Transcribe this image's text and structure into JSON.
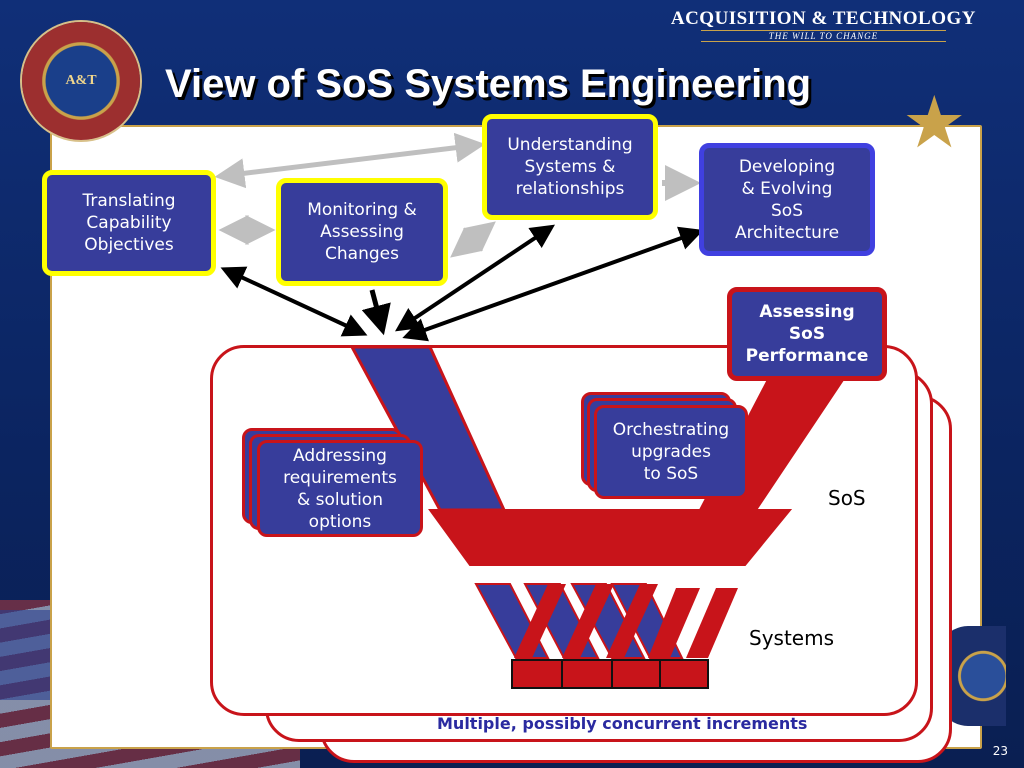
{
  "header": {
    "brand_title": "ACQUISITION & TECHNOLOGY",
    "brand_tagline": "THE WILL TO CHANGE",
    "seal_monogram": "A&T",
    "slide_title": "View of SoS Systems Engineering"
  },
  "diagram": {
    "nodes": {
      "translating": "Translating\nCapability\nObjectives",
      "monitoring": "Monitoring &\nAssessing\nChanges",
      "understanding": "Understanding\nSystems &\nrelationships",
      "developing": "Developing\n& Evolving\nSoS\nArchitecture",
      "assessing": "Assessing\nSoS\nPerformance",
      "orchestrating": "Orchestrating\nupgrades\nto SoS",
      "addressing": "Addressing\nrequirements\n& solution\noptions"
    },
    "labels": {
      "sos": "SoS",
      "systems": "Systems",
      "footer": "Multiple, possibly concurrent increments"
    }
  },
  "colors": {
    "slide_background": "#0d2a6b",
    "box_fill": "#373d9b",
    "highlight_border": "#ffff00",
    "accent_red": "#c8141a",
    "arrow_grey": "#bfbfbf",
    "gold": "#c9a24a"
  },
  "footer": {
    "page_number": "23"
  }
}
